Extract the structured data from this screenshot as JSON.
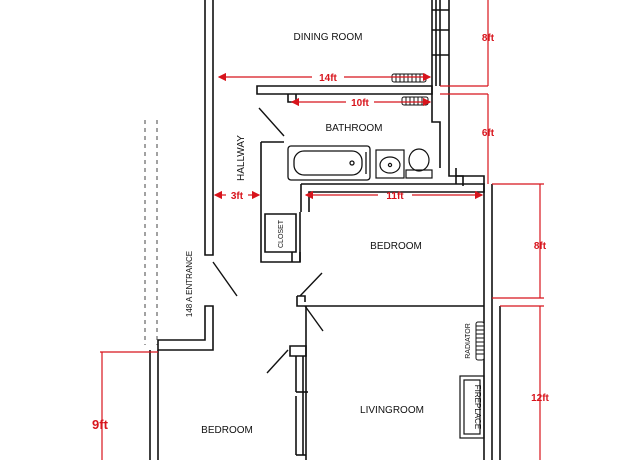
{
  "rooms": {
    "dining_room": "DINING ROOM",
    "bathroom": "BATHROOM",
    "hallway": "HALLWAY",
    "closet": "CLOSET",
    "bedroom_upper": "BEDROOM",
    "entrance": "148 A ENTRANCE",
    "radiator": "RADIATOR",
    "fireplace": "FIREPLACE",
    "livingroom": "LIVINGROOM",
    "bedroom_lower": "BEDROOM"
  },
  "dimensions": {
    "dining_width": "14ft",
    "dining_height": "8ft",
    "bath_width": "10ft",
    "bath_height": "6ft",
    "hall_width": "3ft",
    "bedroom_width": "11ft",
    "bedroom_height": "8ft",
    "living_height": "12ft",
    "bedroom_lower_height": "9ft"
  },
  "colors": {
    "wall": "#111111",
    "dimension": "#d8141c"
  }
}
